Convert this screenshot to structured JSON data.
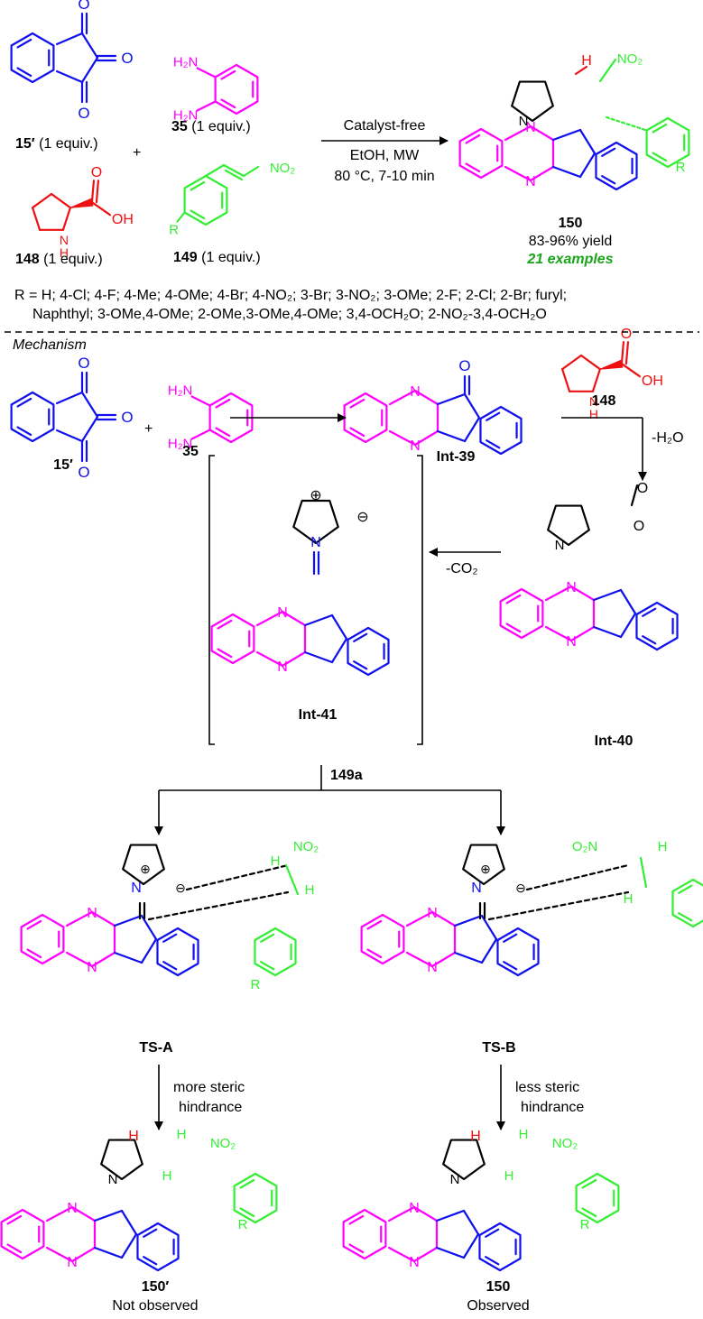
{
  "colors": {
    "blue": "#1010ee",
    "magenta": "#ff00ff",
    "red": "#ee1111",
    "green": "#33ee33",
    "black": "#000000"
  },
  "labels": {
    "c15": "15′",
    "c15_equiv": " (1 equiv.)",
    "c35": "35",
    "c35_equiv": " (1 equiv.)",
    "plus": "+",
    "c148": "148",
    "c148_equiv": " (1 equiv.)",
    "c149": "149",
    "c149_equiv": " (1 equiv.)",
    "cond1": "Catalyst-free",
    "cond2": "EtOH, MW",
    "cond3": "80 °C, 7-10 min",
    "p150": "150",
    "yield": "83-96% yield",
    "examples": "21 examples",
    "r_line1": "R = H; 4-Cl; 4-F; 4-Me; 4-OMe; 4-Br; 4-NO₂; 3-Br; 3-NO₂; 3-OMe; 2-F; 2-Cl; 2-Br; furyl;",
    "r_line2": "Naphthyl; 3-OMe,4-OMe; 2-OMe,3-OMe,4-OMe; 3,4-OCH₂O; 2-NO₂-3,4-OCH₂O",
    "mechanism": "Mechanism",
    "m15": "15′",
    "m35": "35",
    "int39": "Int-39",
    "m148": "148",
    "minus_h2o": "-H₂O",
    "int40": "Int-40",
    "minus_co2": "-CO₂",
    "int41": "Int-41",
    "c149a": "149a",
    "tsa": "TS-A",
    "tsb": "TS-B",
    "more1": "more steric",
    "more2": "hindrance",
    "less1": "less steric",
    "less2": "hindrance",
    "p150p": "150′",
    "not_obs": "Not observed",
    "p150b": "150",
    "obs": "Observed"
  }
}
